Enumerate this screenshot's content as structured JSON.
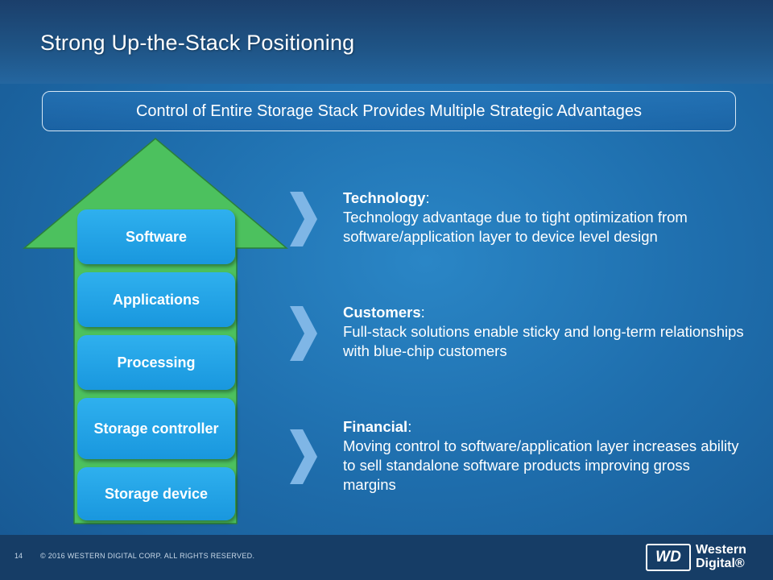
{
  "title": "Strong Up-the-Stack Positioning",
  "banner": "Control of Entire Storage Stack Provides Multiple Strategic Advantages",
  "stack": [
    "Software",
    "Applications",
    "Processing",
    "Storage controller",
    "Storage device"
  ],
  "points": [
    {
      "heading": "Technology",
      "colon": ":",
      "body": "Technology advantage due to tight optimization from software/application layer to device level design"
    },
    {
      "heading": "Customers",
      "colon": ":",
      "body": "Full-stack solutions enable sticky and long-term relationships with blue-chip customers"
    },
    {
      "heading": "Financial",
      "colon": ":",
      "body": "Moving control to software/application layer increases ability to sell standalone software products improving gross margins"
    }
  ],
  "footer": {
    "page": "14",
    "copyright": "© 2016 WESTERN DIGITAL CORP. ALL RIGHTS RESERVED.",
    "logo_mark": "WD",
    "logo_line1": "Western",
    "logo_line2": "Digital®"
  },
  "colors": {
    "arrow_green": "#4cc15e",
    "block_blue": "#1fa2e6",
    "background": "#1f6fae",
    "chevron": "#7fb6e6"
  },
  "icons": [
    "chevron-right-icon",
    "western-digital-logo"
  ]
}
